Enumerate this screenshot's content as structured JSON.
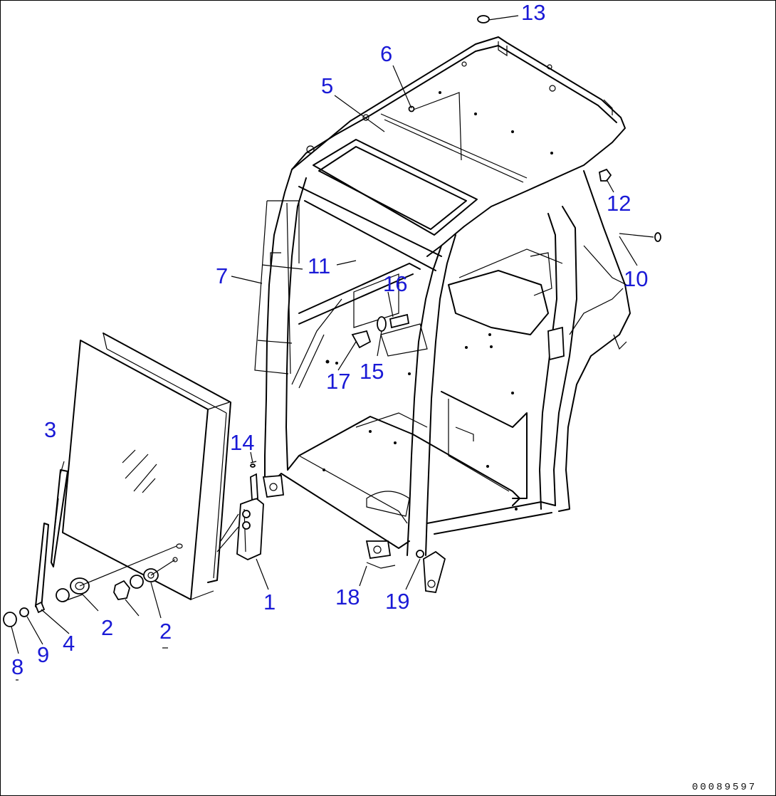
{
  "document_id": "00089597",
  "callouts": [
    {
      "id": "c1",
      "text": "1"
    },
    {
      "id": "c2a",
      "text": "2"
    },
    {
      "id": "c2b",
      "text": "2"
    },
    {
      "id": "c3",
      "text": "3"
    },
    {
      "id": "c4",
      "text": "4"
    },
    {
      "id": "c5",
      "text": "5"
    },
    {
      "id": "c6",
      "text": "6"
    },
    {
      "id": "c7",
      "text": "7"
    },
    {
      "id": "c8",
      "text": "8"
    },
    {
      "id": "c9",
      "text": "9"
    },
    {
      "id": "c10",
      "text": "10"
    },
    {
      "id": "c11",
      "text": "11"
    },
    {
      "id": "c12",
      "text": "12"
    },
    {
      "id": "c13",
      "text": "13"
    },
    {
      "id": "c14",
      "text": "14"
    },
    {
      "id": "c15",
      "text": "15"
    },
    {
      "id": "c16",
      "text": "16"
    },
    {
      "id": "c17",
      "text": "17"
    },
    {
      "id": "c18",
      "text": "18"
    },
    {
      "id": "c19",
      "text": "19"
    }
  ],
  "colors": {
    "callout": "#1a1ad6",
    "line": "#000000",
    "background": "#ffffff"
  }
}
